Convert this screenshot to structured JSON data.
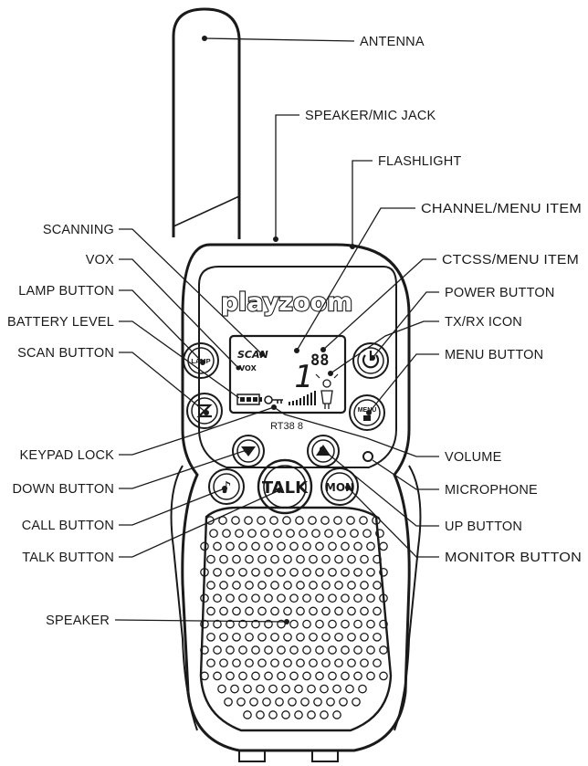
{
  "device": {
    "brand": "playzoom",
    "model": "RT38 8",
    "lcd": {
      "scan": "SCAN",
      "vox": "VOX",
      "channel": "1",
      "ctcss": "88"
    },
    "buttons": {
      "lamp": "LAMP",
      "menu": "MENU",
      "talk": "TALK",
      "monitor": "MON"
    }
  },
  "labels": {
    "antenna": "ANTENNA",
    "speaker_mic_jack": "SPEAKER/MIC JACK",
    "flashlight": "FLASHLIGHT",
    "scanning": "SCANNING",
    "channel_menu_item": "CHANNEL/MENU ITEM",
    "vox": "VOX",
    "ctcss_menu_item": "CTCSS/MENU ITEM",
    "lamp_button": "LAMP BUTTON",
    "power_button": "POWER BUTTON",
    "battery_level": "BATTERY LEVEL",
    "tx_rx_icon": "TX/RX ICON",
    "scan_button": "SCAN BUTTON",
    "menu_button": "MENU BUTTON",
    "keypad_lock": "KEYPAD LOCK",
    "volume": "VOLUME",
    "down_button": "DOWN BUTTON",
    "microphone": "MICROPHONE",
    "call_button": "CALL BUTTON",
    "up_button": "UP BUTTON",
    "talk_button": "TALK BUTTON",
    "monitor_button": "MONITOR BUTTON",
    "speaker": "SPEAKER"
  }
}
